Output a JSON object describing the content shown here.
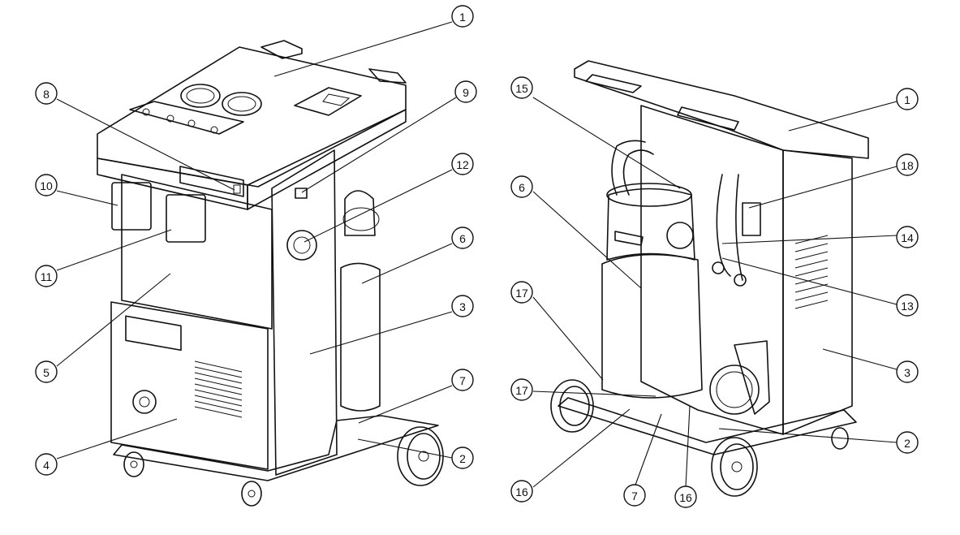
{
  "figure": {
    "left_view": {
      "callouts": [
        "1",
        "8",
        "9",
        "10",
        "11",
        "12",
        "6",
        "5",
        "3",
        "4",
        "7",
        "2"
      ]
    },
    "right_view": {
      "callouts": [
        "15",
        "6",
        "1",
        "18",
        "14",
        "13",
        "17",
        "3",
        "17",
        "16",
        "7",
        "16",
        "2"
      ]
    }
  }
}
